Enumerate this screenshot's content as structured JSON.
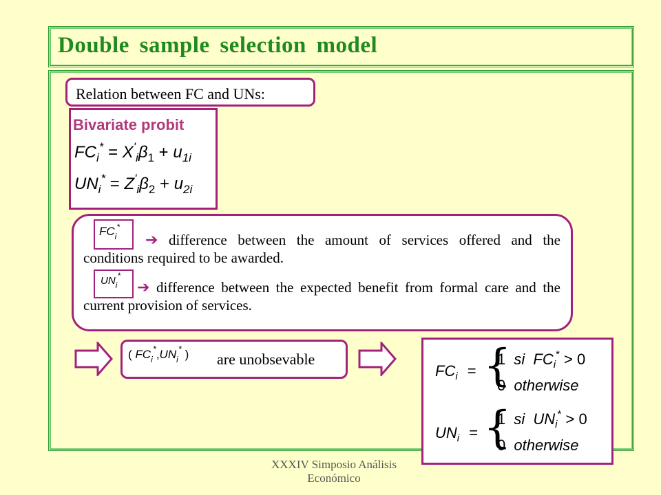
{
  "title": "Double sample selection model",
  "relation_label": "Relation between FC and UNs:",
  "bivariate": {
    "title": "Bivariate probit",
    "eq1": {
      "lhs": "FC",
      "sub_i": "i",
      "star": "*",
      "eq": "=",
      "x": "X",
      "prime": "'",
      "beta": "β",
      "beta_sub": "1",
      "plus": "+",
      "u": "u",
      "u_sub": "1i"
    },
    "eq2": {
      "lhs": "UN",
      "sub_i": "i",
      "star": "*",
      "eq": "=",
      "x": "Z",
      "prime": "'",
      "beta": "β",
      "beta_sub": "2",
      "plus": "+",
      "u": "u",
      "u_sub": "2i"
    }
  },
  "definitions": {
    "fc_symbol": "FC",
    "fc_text": "difference between the amount of services offered and the conditions required to be awarded.",
    "un_symbol": "UN",
    "un_text": "difference between the expected benefit from formal care and the current provision of services.",
    "sub_i": "i",
    "star": "*",
    "arrow": "➔"
  },
  "unobservable": {
    "open": "(",
    "fc": "FC",
    "comma": ",",
    "un": "UN",
    "close": ")",
    "text": "are unobsevable"
  },
  "indicator": {
    "fc": {
      "lhs": "FC",
      "sub": "i",
      "eq": "=",
      "case1_val": "1",
      "case1_cond": "si",
      "case1_var": "FC",
      "case1_gt": "> 0",
      "case0_val": "0",
      "case0_cond": "otherwise"
    },
    "un": {
      "lhs": "UN",
      "sub": "i",
      "eq": "=",
      "case1_val": "1",
      "case1_cond": "si",
      "case1_var": "UN",
      "case1_gt": "> 0",
      "case0_val": "0",
      "case0_cond": "otherwise"
    },
    "star": "*",
    "brace": "{"
  },
  "footer": {
    "line1": "XXXIV Simposio Análisis",
    "line2": "Económico"
  },
  "colors": {
    "title_green": "#1f8a1f",
    "frame_green": "#2e9e2e",
    "accent_magenta": "#a3217c",
    "background": "#ffffcc"
  }
}
